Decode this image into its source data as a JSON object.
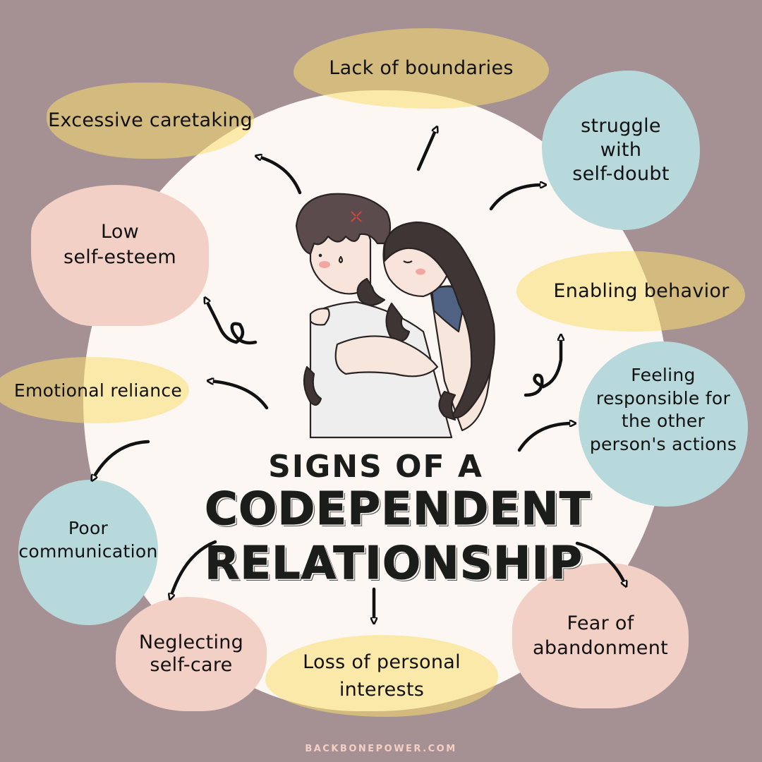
{
  "title": {
    "line1": "SIGNS OF A",
    "line2": "CODEPENDENT",
    "line3": "RELATIONSHIP"
  },
  "signs": [
    {
      "id": "lack-of-boundaries",
      "label": "Lack of boundaries",
      "color": "yellow"
    },
    {
      "id": "excessive-caretaking",
      "label": "Excessive caretaking",
      "color": "yellow"
    },
    {
      "id": "struggle-with-self-doubt",
      "label": "struggle\nwith\nself-doubt",
      "color": "blue"
    },
    {
      "id": "low-self-esteem",
      "label": "Low\nself-esteem",
      "color": "pink"
    },
    {
      "id": "enabling-behavior",
      "label": "Enabling behavior",
      "color": "yellow"
    },
    {
      "id": "emotional-reliance",
      "label": "Emotional reliance",
      "color": "yellow"
    },
    {
      "id": "feeling-responsible",
      "label": "Feeling\nresponsible for\nthe other\nperson's actions",
      "color": "blue"
    },
    {
      "id": "poor-communication",
      "label": "Poor\ncommunication",
      "color": "blue"
    },
    {
      "id": "neglecting-self-care",
      "label": "Neglecting\nself-care",
      "color": "pink"
    },
    {
      "id": "loss-of-personal-interests",
      "label": "Loss of personal\ninterests",
      "color": "yellow"
    },
    {
      "id": "fear-of-abandonment",
      "label": "Fear of\nabandonment",
      "color": "pink"
    }
  ],
  "illustration": "couple-hug-illustration",
  "footer": {
    "text": "BACKBONEPOWER.COM"
  },
  "colors": {
    "background": "#a59194",
    "center_circle": "#fcf7f3",
    "yellow": "#f9e29c",
    "blue": "#b8d9dc",
    "pink": "#f3d0c6",
    "title": "#1b1d1a",
    "footer": "#f6cfc3"
  }
}
